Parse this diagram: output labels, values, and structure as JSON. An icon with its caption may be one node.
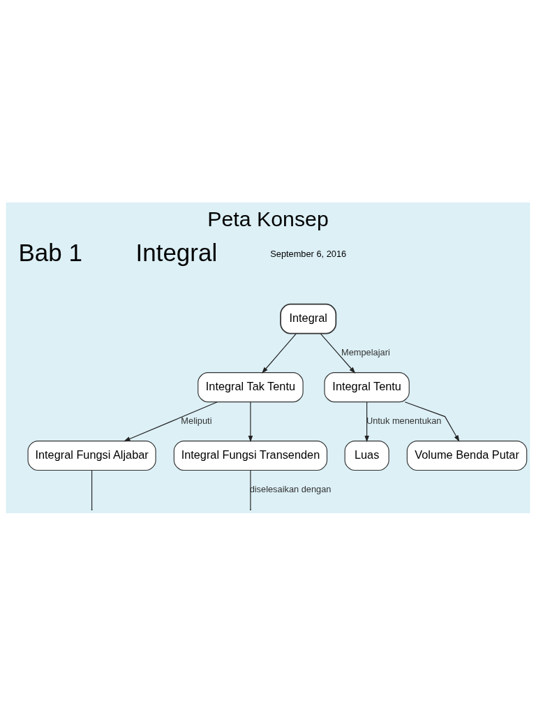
{
  "diagram": {
    "title": "Peta Konsep",
    "nodes": [
      {
        "text": [
          "Integral"
        ]
      },
      {
        "text": [
          "Integral Tak Tentu"
        ]
      },
      {
        "text": [
          "Integral Tentu"
        ]
      },
      {
        "text": [
          "Integral Fungsi Aljabar"
        ]
      },
      {
        "text": [
          "Integral Fungsi Transenden"
        ]
      },
      {
        "text": [
          "Luas"
        ]
      },
      {
        "text": [
          "Volume Benda Putar"
        ]
      }
    ],
    "edges": [
      {
        "from": 0,
        "to": 1,
        "arrow": "to"
      },
      {
        "from": 0,
        "to": 2,
        "arrow": "to",
        "label": "Mempelajari"
      },
      {
        "from": 1,
        "to": 3,
        "arrow": "to",
        "label": "Meliputi"
      },
      {
        "from": 1,
        "to": 4,
        "arrow": "to"
      },
      {
        "from": 2,
        "to": 5,
        "arrow": "to",
        "label": "Untuk menentukan"
      },
      {
        "from": 2,
        "to": 6,
        "arrow": "to"
      },
      {
        "from": 3,
        "to": null,
        "arrow": "none"
      },
      {
        "from": 4,
        "to": null,
        "arrow": "none",
        "label": "diselesaikan dengan"
      }
    ],
    "labels": [
      "Bab 1",
      "Integral",
      "September 6, 2016"
    ]
  }
}
